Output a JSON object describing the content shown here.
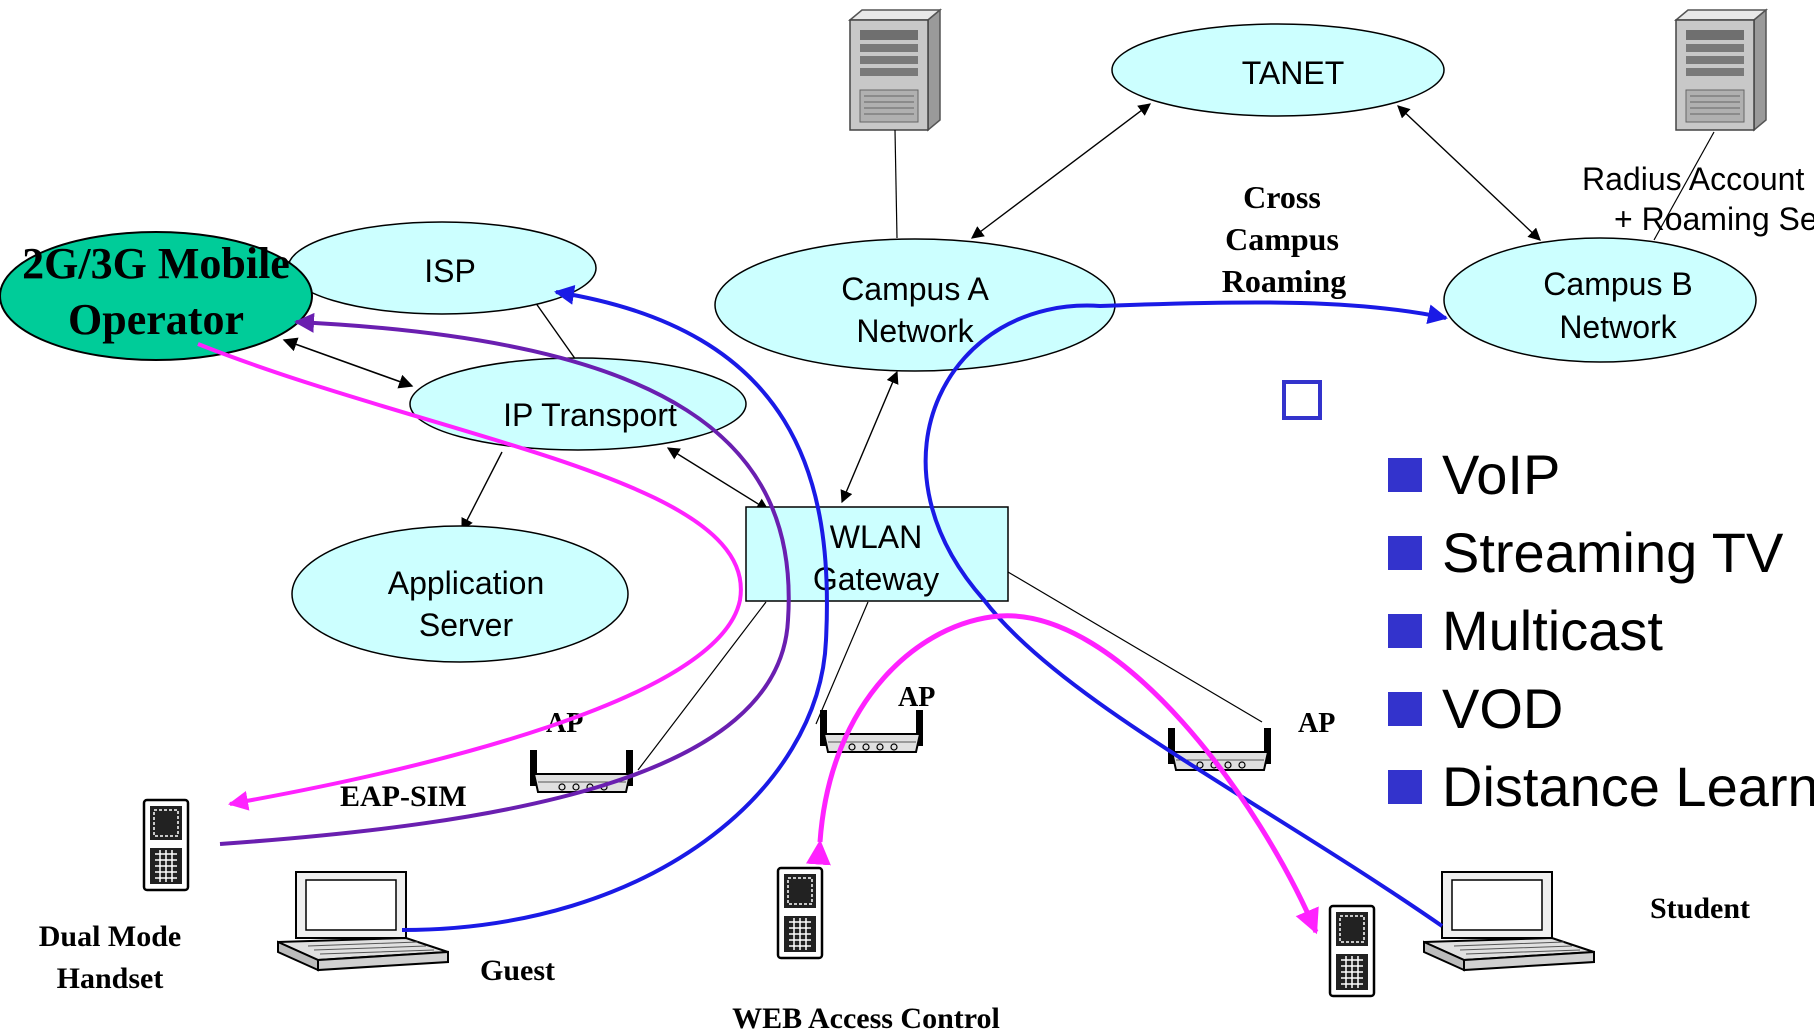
{
  "nodes": {
    "tanet": "TANET",
    "isp": "ISP",
    "mobile_operator": [
      "2G/3G Mobile",
      "Operator"
    ],
    "campus_a": [
      "Campus A",
      "Network"
    ],
    "campus_b": [
      "Campus B",
      "Network"
    ],
    "ip_transport": "IP Transport",
    "application_server": [
      "Application",
      "Server"
    ],
    "wlan_gateway": [
      "WLAN",
      "Gateway"
    ],
    "radius_server": [
      "Radius Account Se",
      "+ Roaming Serv"
    ]
  },
  "labels": {
    "cross_campus": [
      "Cross",
      "Campus",
      "Roaming"
    ],
    "ap": "AP",
    "eap_sim": "EAP-SIM",
    "dual_mode_handset": [
      "Dual Mode",
      "Handset"
    ],
    "guest": "Guest",
    "web_access_control": "WEB Access Control",
    "student": "Student"
  },
  "services": [
    "VoIP",
    "Streaming TV",
    "Multicast",
    "VOD",
    "Distance Learn"
  ],
  "colors": {
    "ellipse_fill": "#ccffff",
    "operator_fill": "#00cc99",
    "gateway_fill": "#ccffff",
    "blue_path": "#1a1ae6",
    "purple_path": "#6a1fb0",
    "magenta_path": "#ff22ff",
    "bullet": "#3333cc"
  }
}
